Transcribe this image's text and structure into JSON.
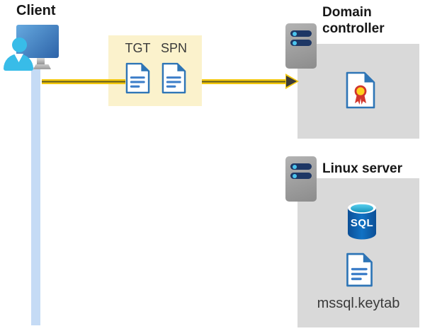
{
  "client": {
    "label": "Client"
  },
  "tickets": {
    "tgt_label": "TGT",
    "spn_label": "SPN"
  },
  "domain_controller": {
    "label": "Domain controller"
  },
  "linux_server": {
    "label": "Linux server",
    "sql_label": "SQL",
    "keytab_label": "mssql.keytab"
  },
  "icons": {
    "client": "monitor-with-user-icon",
    "tickets": "document-icon",
    "servers": "server-rack-icon",
    "domain_controller_content": "certificate-icon",
    "database": "sql-database-cylinder-icon",
    "keytab": "document-icon",
    "flow": "arrow-right-icon"
  },
  "colors": {
    "arrow_yellow": "#F2C70D",
    "arrow_core_stripe": "#5D5A20",
    "arrow_head_dark": "#3B3B38",
    "ticket_box_bg": "#FBF2CC",
    "client_line_blue": "#C5DBF5",
    "gray_box_bg": "#D9D9D9",
    "doc_border_blue": "#2E75B6",
    "doc_line_blue": "#3E7FC9",
    "person_cyan": "#38BCE8",
    "monitor_blue_dark": "#2D63A8",
    "server_pill_navy": "#1E3765",
    "server_dot_cyan": "#4BC4EE",
    "sql_body_blue": "#1172C4",
    "sql_top_cyan": "#35BCE2",
    "cert_ribbon_red": "#D2362C",
    "cert_ribbon_yellow": "#FFD21E"
  }
}
